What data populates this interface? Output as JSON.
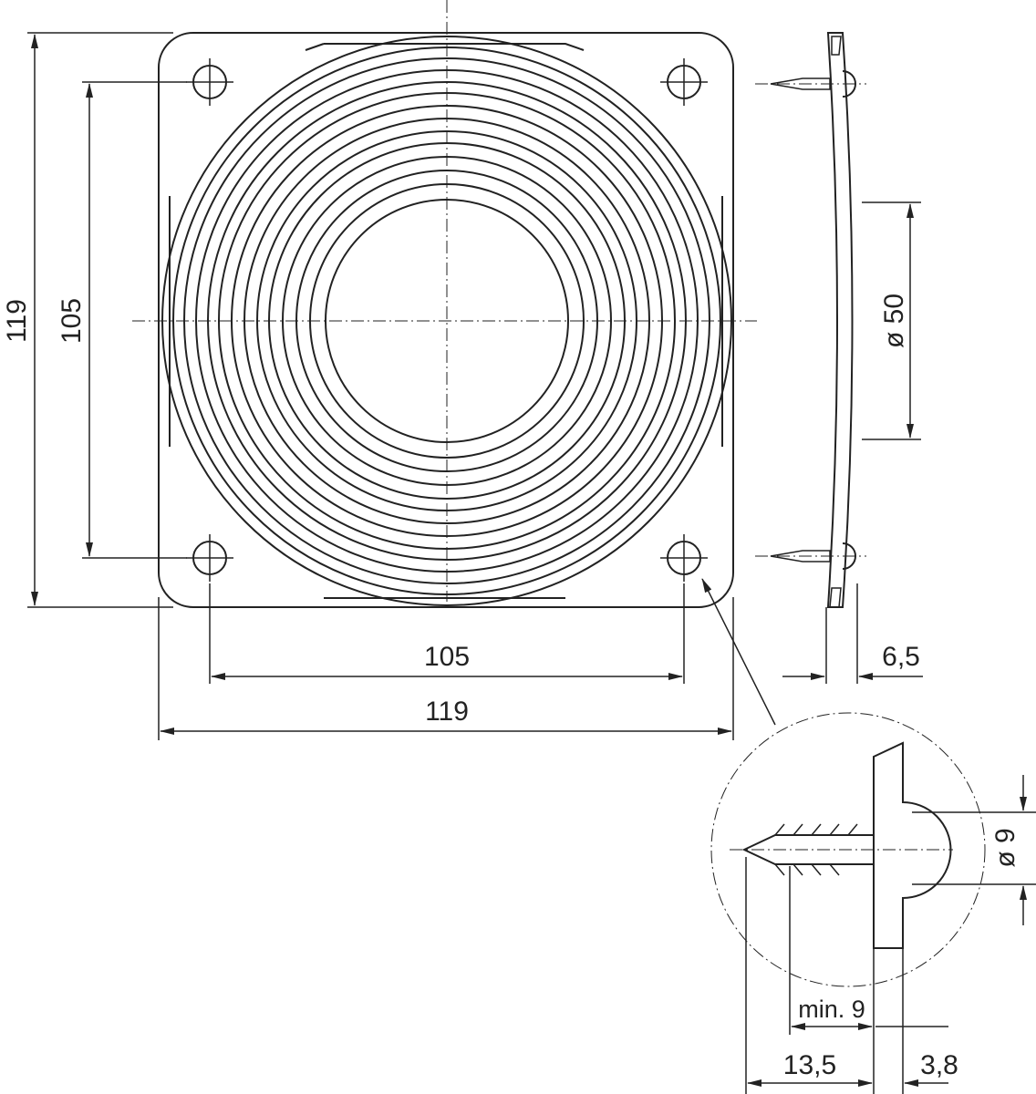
{
  "title": "Fan guard dimension drawing",
  "colors": {
    "part_fill": "#e6e6e6",
    "line": "#222222"
  },
  "dimensions": {
    "height_outer": "119",
    "height_holes": "105",
    "width_holes": "105",
    "width_outer": "119",
    "thickness": "6,5",
    "center_hole": "ø 50",
    "rivet_head": "ø 9",
    "min_panel": "min. 9",
    "rivet_length": "13,5",
    "rivet_head_height": "3,8"
  }
}
